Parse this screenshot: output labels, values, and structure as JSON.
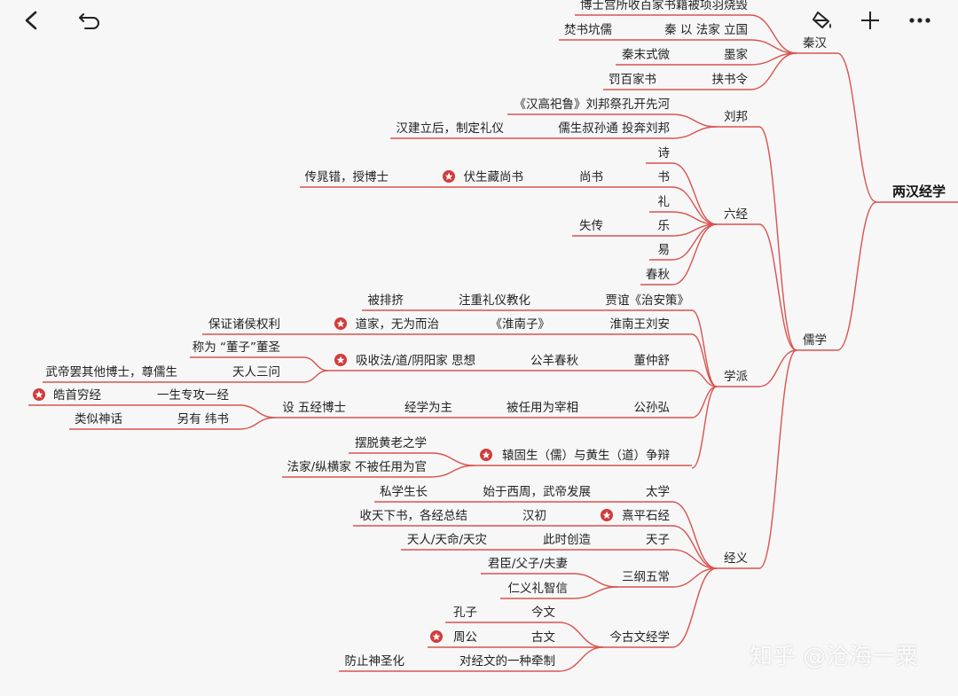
{
  "toolbar": {
    "back_icon": "chevron-left-icon",
    "undo_icon": "undo-icon",
    "format_icon": "paint-bucket-icon",
    "add_icon": "plus-icon",
    "more_icon": "ellipsis-icon"
  },
  "colors": {
    "line": "#d9534f",
    "star": "#d33b3b",
    "background": "#f7f7f7"
  },
  "mindmap": {
    "root": "两汉经学",
    "qinhan": {
      "label": "秦汉",
      "n1": "博士宫所收百家书籍被项羽烧毁",
      "n2a": "焚书坑儒",
      "n2b": "秦 以 法家 立国",
      "n3a": "秦末式微",
      "n3b": "墨家",
      "n4a": "罚百家书",
      "n4b": "挟书令"
    },
    "rujia": "儒学",
    "liubang": {
      "label": "刘邦",
      "n1": "《汉高祀鲁》刘邦祭孔开先河",
      "n2a": "汉建立后，制定礼仪",
      "n2b": "儒生叔孙通 投奔刘邦"
    },
    "liujing": {
      "label": "六经",
      "shi": "诗",
      "shu": "书",
      "shangshu": "尚书",
      "fusheng": "伏生藏尚书",
      "chaocuo": "传晁错，授博士",
      "li": "礼",
      "yue": "乐",
      "shichuan": "失传",
      "yi": "易",
      "chunqiu": "春秋"
    },
    "xuepai": {
      "label": "学派",
      "jiayi": "贾谊《治安策》",
      "jiayi_a": "注重礼仪教化",
      "jiayi_b": "被排挤",
      "liuan": "淮南王刘安",
      "liuan_a": "《淮南子》",
      "liuan_b": "道家，无为而治",
      "liuan_c": "保证诸侯权利",
      "dong": "董仲舒",
      "dong_a": "公羊春秋",
      "dong_b": "吸收法/道/阴阳家 思想",
      "dong_c": "称为 “董子”董圣",
      "dong_d": "天人三问",
      "dong_e": "武帝罢其他博士，尊儒生",
      "gs": "公孙弘",
      "gs_a": "被任用为宰相",
      "gs_b": "经学为主",
      "gs_c": "设 五经博士",
      "gs_d": "一生专攻一经",
      "gs_e": "皓首穷经",
      "gs_f": "另有 纬书",
      "gs_g": "类似神话",
      "yuan": "辕固生（儒）与黄生（道）争辩",
      "yuan_a": "摆脱黄老之学",
      "yuan_b": "法家/纵横家 不被任用为官"
    },
    "jingyi": {
      "label": "经义",
      "taixue": "太学",
      "taixue_a": "始于西周，武帝发展",
      "taixue_b": "私学生长",
      "xiping": "熹平石经",
      "xiping_a": "汉初",
      "xiping_b": "收天下书，各经总结",
      "tianzi": "天子",
      "tianzi_a": "此时创造",
      "tianzi_b": "天人/天命/天灾",
      "sangang": "三纲五常",
      "sangang_a": "君臣/父子/夫妻",
      "sangang_b": "仁义礼智信",
      "jinguwen": "今古文经学",
      "jinwen": "今文",
      "kongzi": "孔子",
      "guwen": "古文",
      "zhougong": "周公",
      "qianzhi": "对经文的一种牵制",
      "shenghua": "防止神圣化"
    }
  },
  "watermark": "知乎 @沧海一粟"
}
